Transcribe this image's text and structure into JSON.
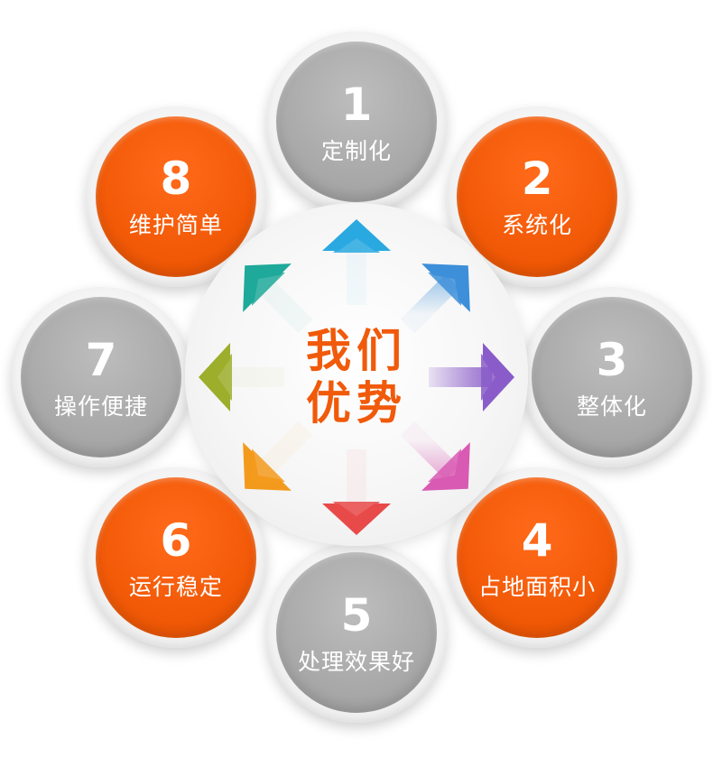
{
  "center": {
    "line1": "我们",
    "line2": "优势"
  },
  "nodes": [
    {
      "number": "1",
      "label": "定制化",
      "style": "gray"
    },
    {
      "number": "2",
      "label": "系统化",
      "style": "orange"
    },
    {
      "number": "3",
      "label": "整体化",
      "style": "gray"
    },
    {
      "number": "4",
      "label": "占地面积小",
      "style": "orange"
    },
    {
      "number": "5",
      "label": "处理效果好",
      "style": "gray"
    },
    {
      "number": "6",
      "label": "运行稳定",
      "style": "orange"
    },
    {
      "number": "7",
      "label": "操作便捷",
      "style": "gray"
    },
    {
      "number": "8",
      "label": "维护简单",
      "style": "orange"
    }
  ],
  "colors": {
    "orange": "#f25a08",
    "gray": "#a9a9a9",
    "title": "#f05a0a",
    "arrows": [
      "#29a9e0",
      "#3d8fd9",
      "#8a5cc9",
      "#d85ab3",
      "#e84a4a",
      "#f39a1c",
      "#9cae2b",
      "#1ea99a"
    ]
  }
}
